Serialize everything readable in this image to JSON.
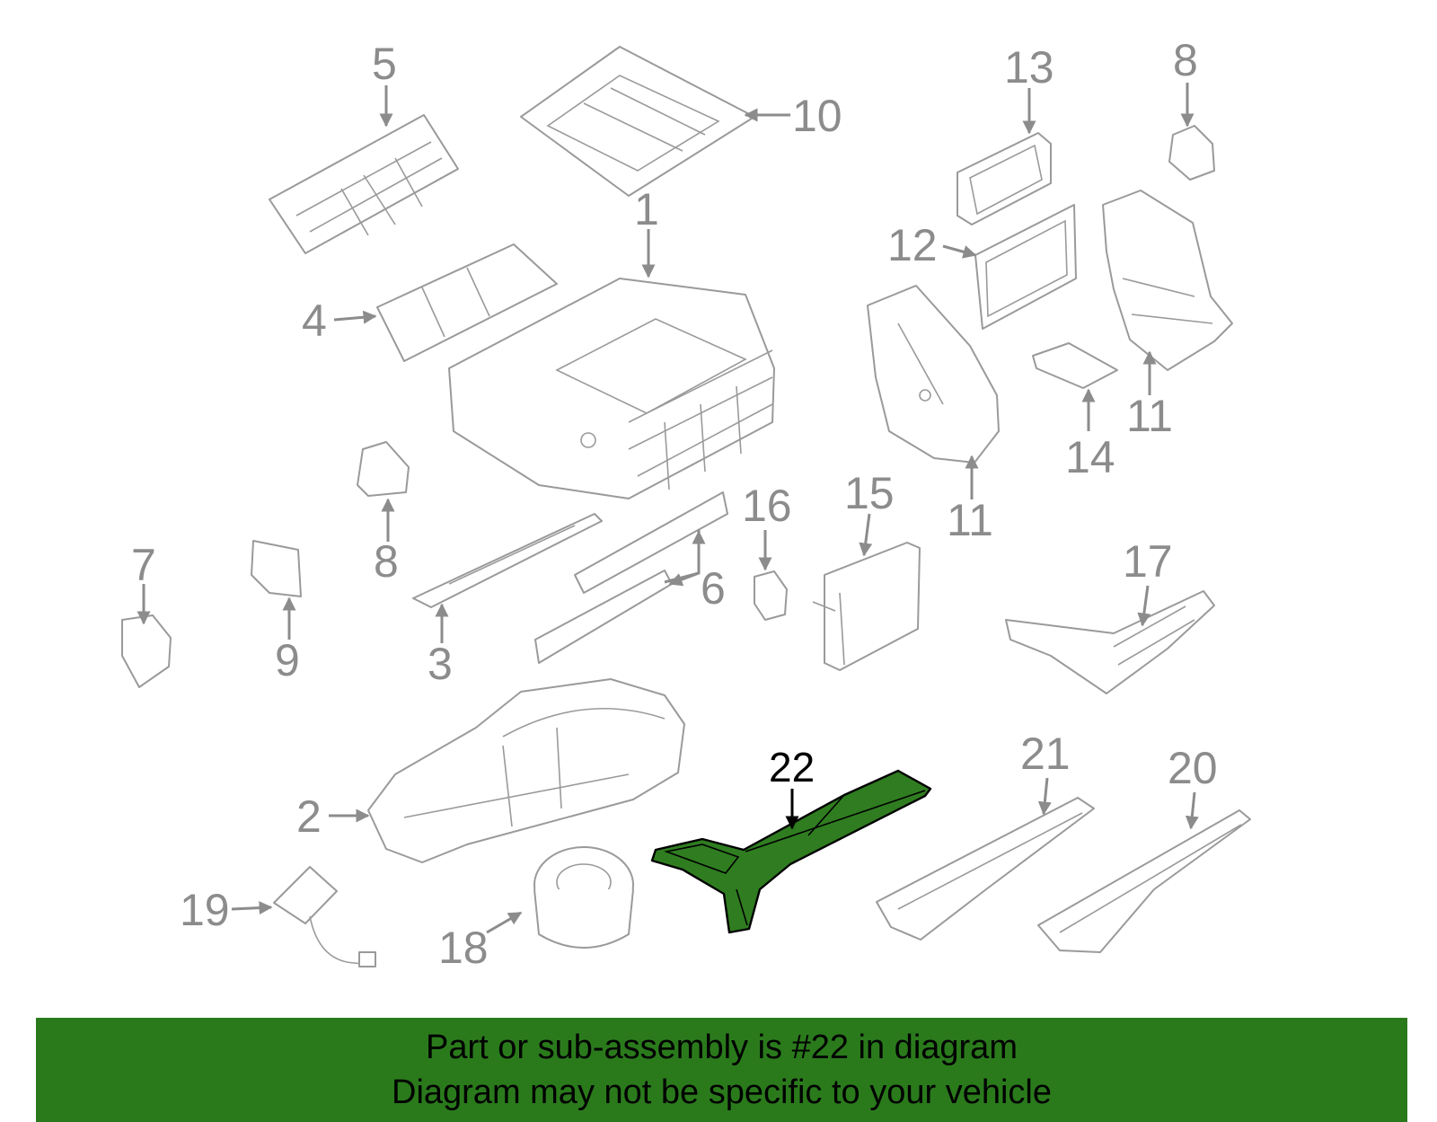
{
  "colors": {
    "line_gray": "#9a9a9a",
    "highlight_fill": "#2f7d20",
    "banner_bg": "#2a7a1c"
  },
  "callouts": {
    "c1": "1",
    "c2": "2",
    "c3": "3",
    "c4": "4",
    "c5": "5",
    "c6": "6",
    "c7": "7",
    "c8a": "8",
    "c8b": "8",
    "c9": "9",
    "c10": "10",
    "c11a": "11",
    "c11b": "11",
    "c12": "12",
    "c13": "13",
    "c14": "14",
    "c15": "15",
    "c16": "16",
    "c17": "17",
    "c18": "18",
    "c19": "19",
    "c20": "20",
    "c21": "21",
    "c22": "22"
  },
  "highlighted_part": "22",
  "banner": {
    "line1": "Part or sub-assembly is #22 in diagram",
    "line2": "Diagram may not be specific to your vehicle"
  }
}
